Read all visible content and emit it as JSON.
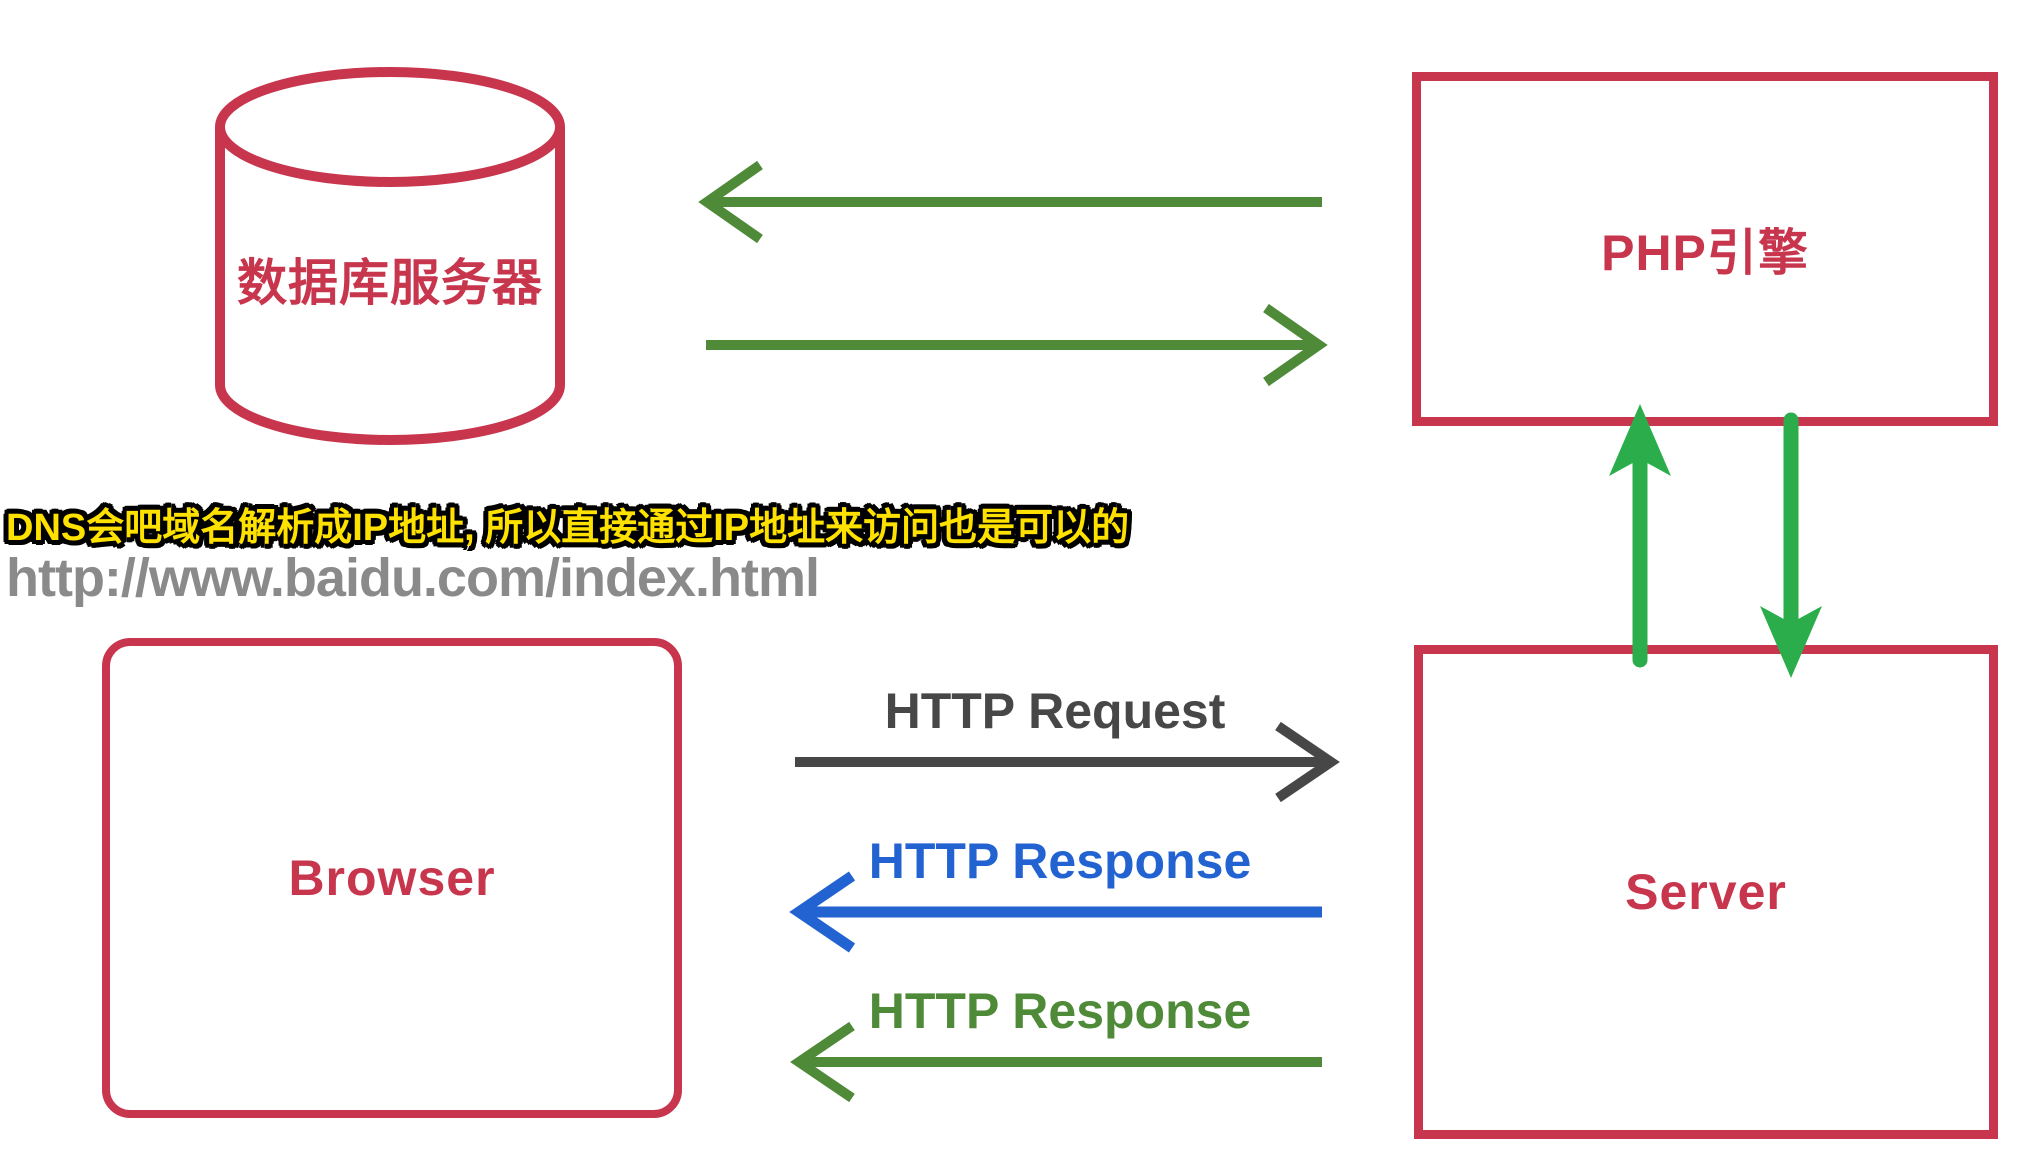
{
  "nodes": {
    "database": {
      "label": "数据库服务器"
    },
    "php_engine": {
      "label": "PHP引擎"
    },
    "browser": {
      "label": "Browser"
    },
    "server": {
      "label": "Server"
    }
  },
  "annotations": {
    "dns_note": "DNS会吧域名解析成IP地址, 所以直接通过IP地址来访问也是可以的",
    "url": "http://www.baidu.com/index.html"
  },
  "edges": {
    "http_request": {
      "label": "HTTP Request",
      "direction": "right",
      "color": "#474747"
    },
    "http_response_blue": {
      "label": "HTTP Response",
      "direction": "left",
      "color": "#2363D1"
    },
    "http_response_green": {
      "label": "HTTP Response",
      "direction": "left",
      "color": "#4E8A38"
    },
    "db_to_php": {
      "direction": "left",
      "color": "#4E8A38"
    },
    "php_to_db": {
      "direction": "right",
      "color": "#4E8A38"
    },
    "server_to_php": {
      "direction": "up",
      "color": "#2BAD4B"
    },
    "php_to_server": {
      "direction": "down",
      "color": "#2BAD4B"
    }
  },
  "colors": {
    "node_red": "#C8364E",
    "olive_green": "#4E8A38",
    "bright_green": "#2BAD4B",
    "blue": "#2363D1",
    "dark_gray": "#474747",
    "url_gray": "#8A8A8A",
    "note_yellow": "#FFE100",
    "note_outline": "#000000",
    "background": "#FFFFFF"
  }
}
